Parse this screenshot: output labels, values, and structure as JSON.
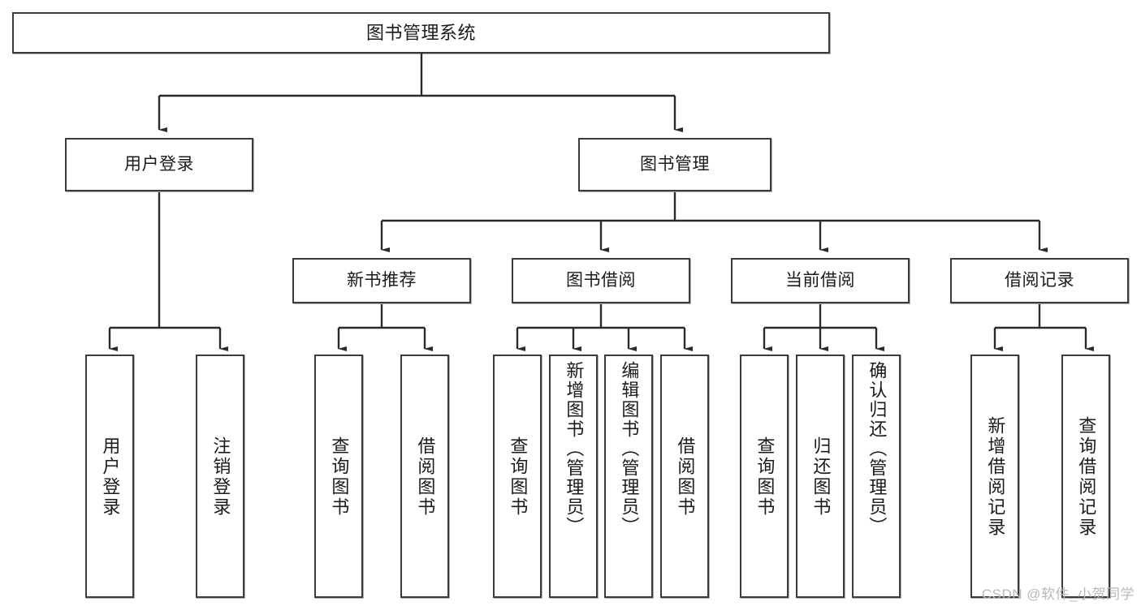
{
  "diagram": {
    "type": "tree-hierarchy-chart",
    "title": "图书管理系统",
    "watermark": "CSDN @软件_小贺同学",
    "colors": {
      "box_border": "#3b3b3b",
      "box_fill": "#ffffff",
      "connector": "#2b2b2b",
      "text": "#1b1b1b",
      "watermark": "#b9b9b9"
    },
    "root": {
      "label": "图书管理系统"
    },
    "level1": [
      {
        "label": "用户登录"
      },
      {
        "label": "图书管理"
      }
    ],
    "level2": [
      {
        "label": "新书推荐"
      },
      {
        "label": "图书借阅"
      },
      {
        "label": "当前借阅"
      },
      {
        "label": "借阅记录"
      }
    ],
    "leaves": {
      "user_login": [
        {
          "label": "用户登录"
        },
        {
          "label": "注销登录"
        }
      ],
      "new_book_recommend": [
        {
          "label": "查询图书"
        },
        {
          "label": "借阅图书"
        }
      ],
      "book_borrow": [
        {
          "label": "查询图书"
        },
        {
          "label": "新增图书（管理员）"
        },
        {
          "label": "编辑图书（管理员）"
        },
        {
          "label": "借阅图书"
        }
      ],
      "current_borrow": [
        {
          "label": "查询图书"
        },
        {
          "label": "归还图书"
        },
        {
          "label": "确认归还（管理员）"
        }
      ],
      "borrow_record": [
        {
          "label": "新增借阅记录"
        },
        {
          "label": "查询借阅记录"
        }
      ]
    }
  }
}
